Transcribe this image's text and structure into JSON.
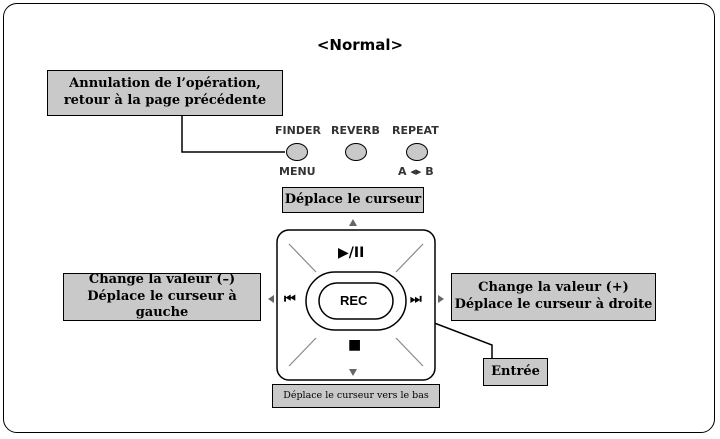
{
  "title": "<Normal>",
  "callouts": {
    "cancel": [
      "Annulation de l’opération,",
      "retour à la page précédente"
    ],
    "up": "Déplace le curseur",
    "left": [
      "Change la valeur (–)",
      "Déplace le curseur à gauche"
    ],
    "right": [
      "Change la valeur (+)",
      "Déplace le curseur à droite"
    ],
    "down": "Déplace le curseur vers le bas",
    "enter": "Entrée"
  },
  "buttons": {
    "finder": "FINDER",
    "reverb": "REVERB",
    "repeat": "REPEAT",
    "menu": "MENU",
    "ab": "A ◂▸ B",
    "rec": "REC"
  },
  "glyphs": {
    "play_pause": "▶/II",
    "prev": "⏮",
    "next": "⏭",
    "stop": "■"
  }
}
